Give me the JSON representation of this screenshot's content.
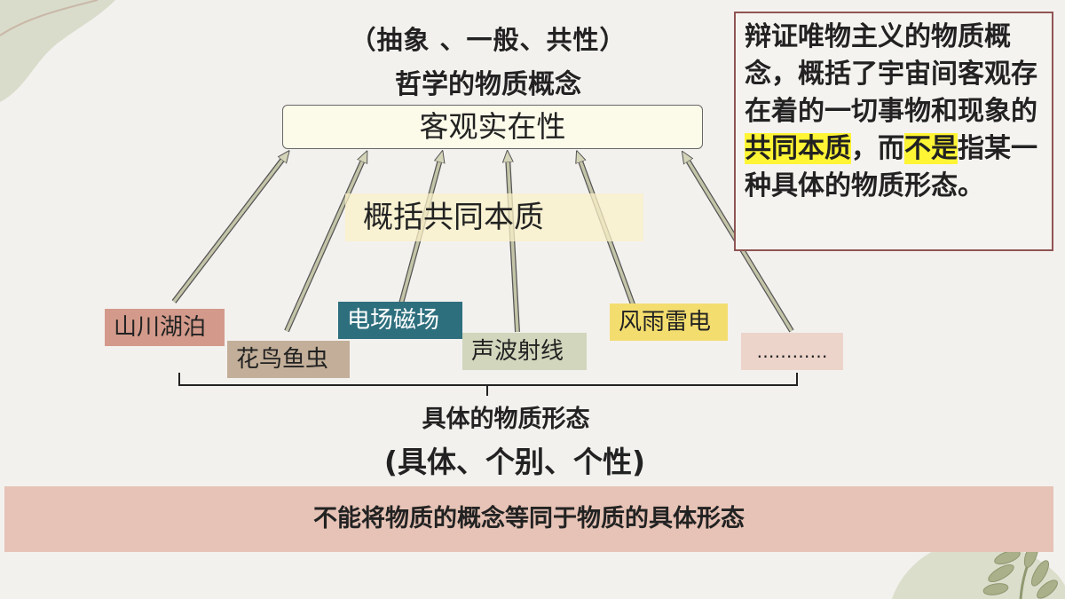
{
  "header": {
    "subtitle": "（抽象 、一般、共性）",
    "title": "哲学的物质概念"
  },
  "concept_box": {
    "label": "客观实在性"
  },
  "generalize_label": "概括共同本质",
  "forms": [
    {
      "label": "山川湖泊",
      "color": "#d39a8b"
    },
    {
      "label": "花鸟鱼虫",
      "color": "#c3af99"
    },
    {
      "label": "电场磁场",
      "color": "#2e6f7e"
    },
    {
      "label": "声波射线",
      "color": "#d1d6bc"
    },
    {
      "label": "风雨雷电",
      "color": "#f3dd6e"
    },
    {
      "label": "…………",
      "color": "#ecd4cb"
    }
  ],
  "footer": {
    "label1": "具体的物质形态",
    "label2": "(具体、个别、个性)"
  },
  "banner": {
    "text": "不能将物质的概念等同于物质的具体形态"
  },
  "callout": {
    "part1": "辩证唯物主义的物质概念，概括了宇宙间客观存在着的一切事物和现象的",
    "highlight1": "共同本质",
    "part2": "，而",
    "highlight2": "不是",
    "part3": "指某一种具体的物质形态。"
  },
  "colors": {
    "arrow": "#c4c4a8",
    "banner": "#e6c3b6",
    "callout_border": "#8f5553",
    "highlight": "#fff535"
  }
}
